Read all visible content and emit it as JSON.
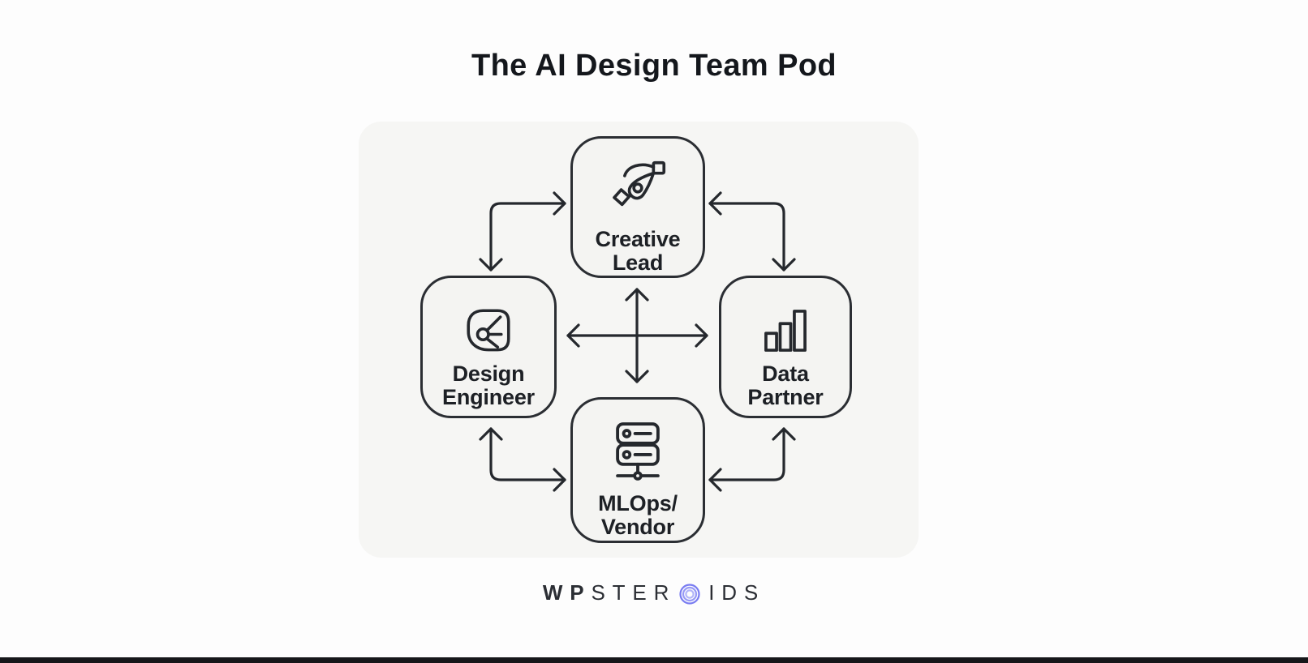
{
  "title": "The AI Design Team Pod",
  "diagram": {
    "nodes": [
      {
        "id": "creative-lead",
        "line1": "Creative",
        "line2": "Lead",
        "icon": "pen-tool-icon"
      },
      {
        "id": "design-engineer",
        "line1": "Design",
        "line2": "Engineer",
        "icon": "vector-node-icon"
      },
      {
        "id": "data-partner",
        "line1": "Data",
        "line2": "Partner",
        "icon": "bar-chart-icon"
      },
      {
        "id": "mlops-vendor",
        "line1": "MLOps/",
        "line2": "Vendor",
        "icon": "server-stack-icon"
      }
    ],
    "connections": [
      {
        "from": "design-engineer",
        "to": "creative-lead",
        "bidirectional": true,
        "shape": "elbow"
      },
      {
        "from": "creative-lead",
        "to": "data-partner",
        "bidirectional": true,
        "shape": "elbow"
      },
      {
        "from": "design-engineer",
        "to": "mlops-vendor",
        "bidirectional": true,
        "shape": "elbow"
      },
      {
        "from": "mlops-vendor",
        "to": "data-partner",
        "bidirectional": true,
        "shape": "elbow"
      },
      {
        "type": "center-cross",
        "description": "four-way bidirectional arrows linking all four nodes through the center"
      }
    ]
  },
  "logo": {
    "full_name": "WPSTEROIDS",
    "bold_part": "WP",
    "mid_part": "STER",
    "end_part": "IDS",
    "o_icon": "concentric-arcs-icon"
  },
  "colors": {
    "background": "#fdfdfd",
    "diagram_backdrop": "#f6f6f4",
    "node_fill": "#f4f4f2",
    "stroke": "#25282d",
    "title_text": "#14171c",
    "label_text": "#1d2025",
    "logo_text": "#2b2e34",
    "logo_accent": "#6165ee",
    "bottom_bar": "#16171a"
  }
}
